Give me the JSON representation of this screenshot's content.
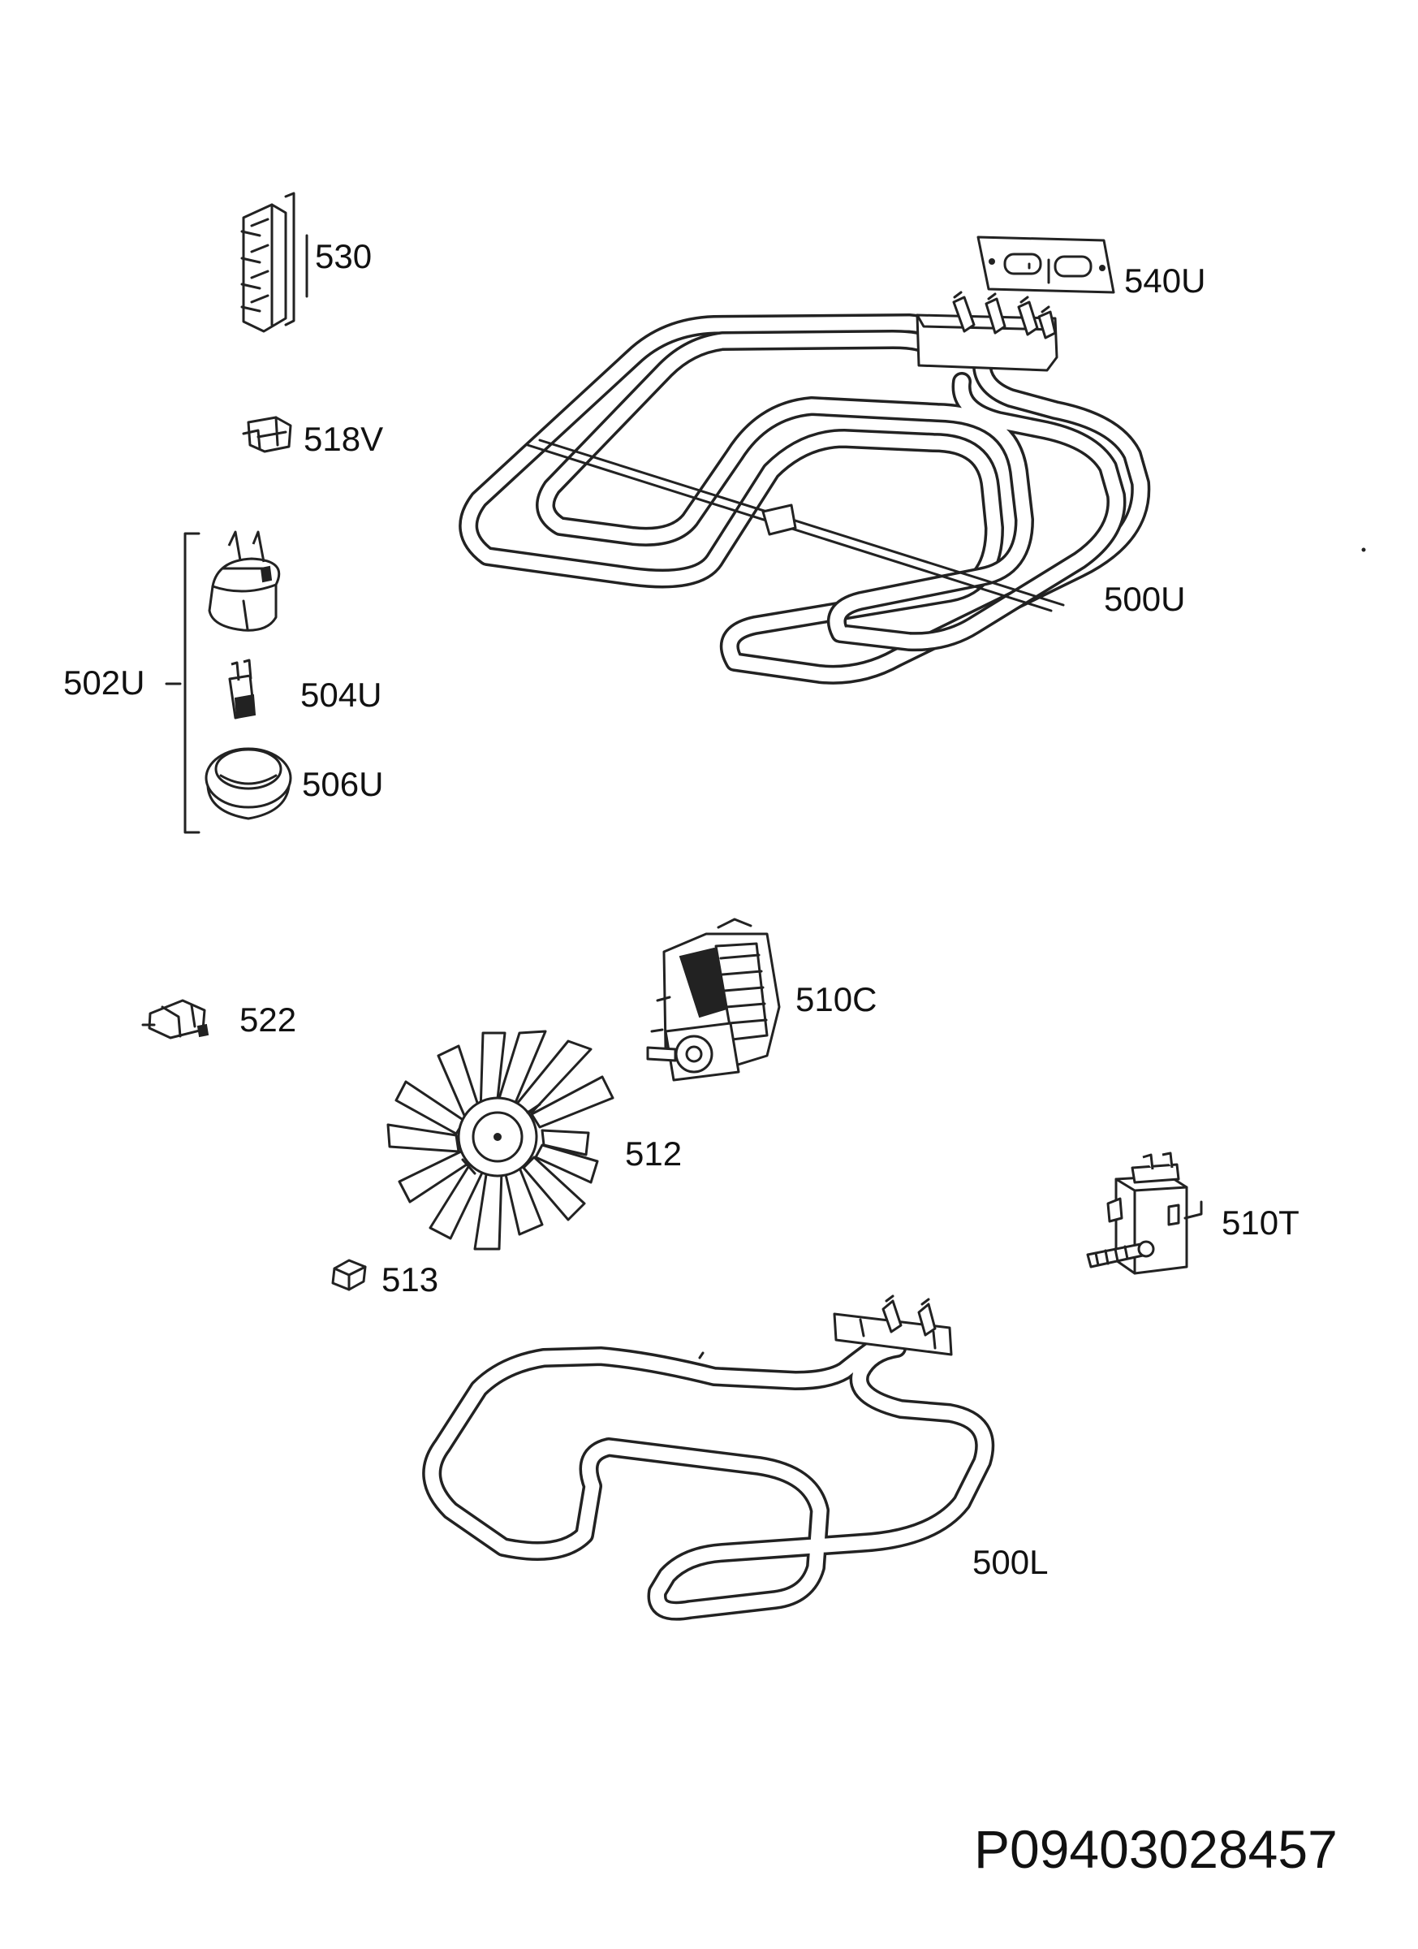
{
  "diagram": {
    "parts": [
      {
        "id": "530",
        "label": "530"
      },
      {
        "id": "540U",
        "label": "540U"
      },
      {
        "id": "518V",
        "label": "518V"
      },
      {
        "id": "500U",
        "label": "500U"
      },
      {
        "id": "502U",
        "label": "502U"
      },
      {
        "id": "504U",
        "label": "504U"
      },
      {
        "id": "506U",
        "label": "506U"
      },
      {
        "id": "510C",
        "label": "510C"
      },
      {
        "id": "522",
        "label": "522"
      },
      {
        "id": "512",
        "label": "512"
      },
      {
        "id": "510T",
        "label": "510T"
      },
      {
        "id": "513",
        "label": "513"
      },
      {
        "id": "500L",
        "label": "500L"
      }
    ],
    "drawing_code": "P09403028457"
  }
}
